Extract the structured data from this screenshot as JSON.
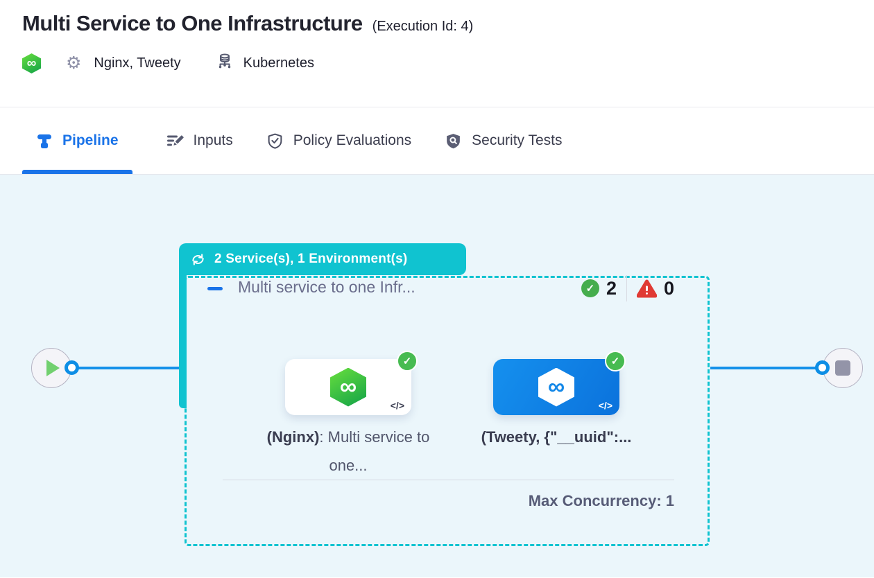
{
  "header": {
    "title": "Multi Service to One Infrastructure",
    "execution_id": "(Execution Id: 4)",
    "services_label": "Nginx, Tweety",
    "environment_label": "Kubernetes"
  },
  "tabs": [
    {
      "label": "Pipeline",
      "active": true
    },
    {
      "label": "Inputs",
      "active": false
    },
    {
      "label": "Policy Evaluations",
      "active": false
    },
    {
      "label": "Security Tests",
      "active": false
    }
  ],
  "pipeline": {
    "group_badge": "2 Service(s), 1 Environment(s)",
    "stage": {
      "title": "Multi service to one Infr...",
      "success_count": "2",
      "failed_count": "0",
      "services": [
        {
          "name_bold": "(Nginx)",
          "name_rest": ": Multi service to one..."
        },
        {
          "name_bold": "(Tweety, {\"__uuid\":...",
          "name_rest": ""
        }
      ],
      "max_concurrency_label": "Max Concurrency: 1"
    }
  },
  "icons": {
    "infinity_glyph": "∞",
    "gear_glyph": "⚙",
    "check_glyph": "✓",
    "code_glyph": "</>"
  },
  "colors": {
    "accent_teal": "#10c3d0",
    "accent_blue": "#1a73e8",
    "edge_blue": "#1591e9",
    "success_green": "#45ad4d",
    "fail_red": "#e03a34",
    "canvas_bg": "#ebf6fb"
  }
}
